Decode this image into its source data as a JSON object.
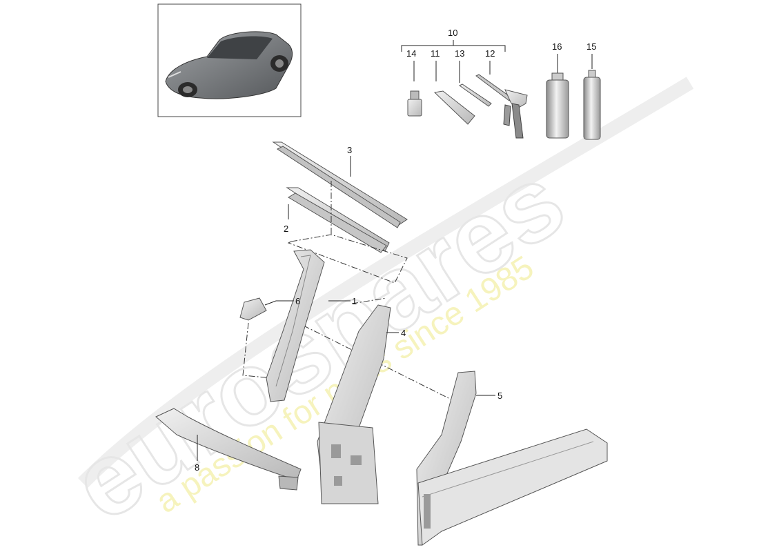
{
  "watermark": {
    "brand": "eurospares",
    "tagline": "a passion for parts since 1985"
  },
  "callouts": {
    "c1": "1",
    "c2": "2",
    "c3": "3",
    "c4": "4",
    "c5": "5",
    "c6": "6",
    "c8": "8",
    "c10": "10",
    "c11": "11",
    "c12": "12",
    "c13": "13",
    "c14": "14",
    "c15": "15",
    "c16": "16"
  },
  "colors": {
    "line": "#222222",
    "part_fill": "#dcdcdc",
    "part_dark": "#9a9a9a",
    "car_body": "#7a7d80",
    "watermark_outline": "#e6e6e6",
    "watermark_tagline": "#f3f0a8"
  }
}
